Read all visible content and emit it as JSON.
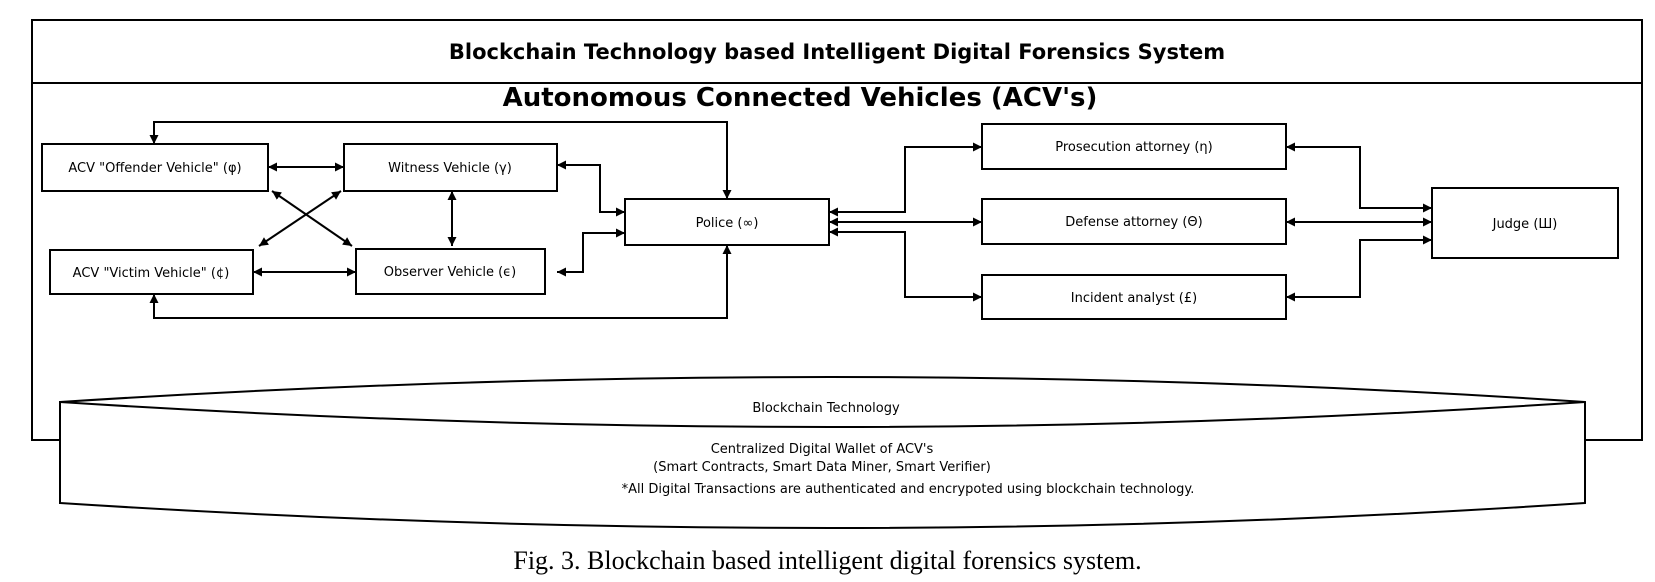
{
  "diagram": {
    "frame_title": "Blockchain Technology based Intelligent Digital Forensics System",
    "section_title": "Autonomous Connected Vehicles (ACV's)",
    "nodes": {
      "offender": "ACV \"Offender Vehicle\" (φ)",
      "victim": "ACV \"Victim Vehicle\" (¢)",
      "witness": "Witness Vehicle (γ)",
      "observer": "Observer Vehicle (ϵ)",
      "police": "Police (∞)",
      "prosecution": "Prosecution attorney (η)",
      "defense": "Defense attorney (Θ)",
      "incident": "Incident analyst (£)",
      "judge": "Judge (Ш)"
    },
    "blockchain": {
      "title": "Blockchain Technology",
      "line1": "Centralized Digital Wallet of ACV's",
      "line2": "(Smart Contracts, Smart Data Miner, Smart Verifier)",
      "line3": "*All Digital Transactions are authenticated and encrypoted using blockchain technology."
    }
  },
  "caption": "Fig. 3. Blockchain based intelligent digital forensics system."
}
